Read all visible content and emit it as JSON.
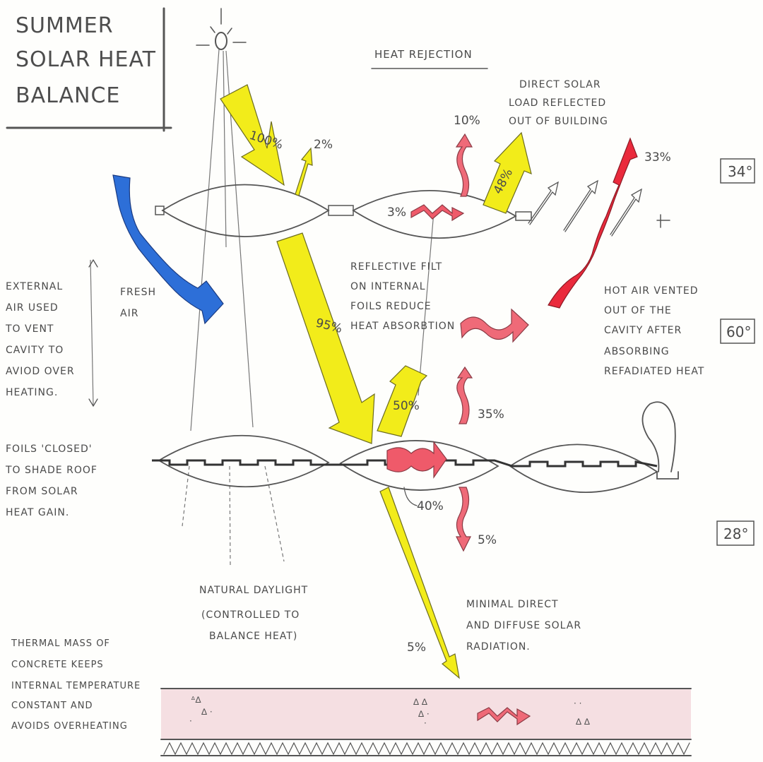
{
  "title": [
    "SUMMER",
    "SOLAR HEAT",
    "BALANCE"
  ],
  "section_heading": "HEAT REJECTION",
  "labels": {
    "direct_solar": [
      "DIRECT SOLAR",
      "LOAD REFLECTED",
      "OUT OF BUILDING"
    ],
    "external_air": [
      "EXTERNAL",
      "AIR USED",
      "TO VENT",
      "CAVITY TO",
      "AVIOD OVER",
      "HEATING."
    ],
    "fresh_air": [
      "FRESH",
      "AIR"
    ],
    "reflective": [
      "REFLECTIVE FILT",
      "ON INTERNAL",
      "FOILS REDUCE",
      "HEAT ABSORBTION"
    ],
    "hot_air": [
      "HOT AIR VENTED",
      "OUT OF THE",
      "CAVITY AFTER",
      "ABSORBING",
      "REFADIATED HEAT"
    ],
    "foils_closed": [
      "FOILS 'CLOSED'",
      "TO SHADE ROOF",
      "FROM SOLAR",
      "HEAT GAIN."
    ],
    "daylight": [
      "NATURAL DAYLIGHT",
      "(CONTROLLED TO",
      "BALANCE HEAT)"
    ],
    "minimal": [
      "MINIMAL DIRECT",
      "AND DIFFUSE SOLAR",
      "RADIATION."
    ],
    "thermal_mass": [
      "THERMAL MASS OF",
      "CONCRETE KEEPS",
      "INTERNAL TEMPERATURE",
      "CONSTANT AND",
      "AVOIDS OVERHEATING"
    ]
  },
  "percentages": {
    "p100": "100%",
    "p2": "2%",
    "p10": "10%",
    "p48": "48%",
    "p33": "33%",
    "p3": "3%",
    "p95": "95%",
    "p50": "50%",
    "p35": "35%",
    "p40": "40%",
    "p5a": "5%",
    "p5b": "5%"
  },
  "temperatures": {
    "t_top": "34°",
    "t_mid": "60°",
    "t_bottom": "28°"
  },
  "colors": {
    "solar": "#f2ec1a",
    "heat": "#ef5a6a",
    "hot_air": "#ea2a3c",
    "fresh_air": "#2d6fd8",
    "slab": "#f3dcdf"
  }
}
